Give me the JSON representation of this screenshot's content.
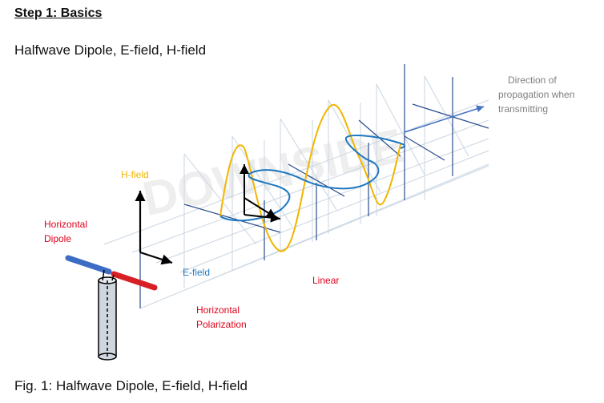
{
  "heading": "Step 1: Basics",
  "subtitle": "Halfwave Dipole, E-field, H-field",
  "caption": "Fig. 1: Halfwave Dipole, E-field, H-field",
  "labels": {
    "h_field": "H-field",
    "e_field": "E-field",
    "dipole_line1": "Horizontal",
    "dipole_line2": "Dipole",
    "linear": "Linear",
    "polarization_line1": "Horizontal",
    "polarization_line2": "Polarization",
    "direction_line1": "Direction of",
    "direction_line2": "propagation when",
    "direction_line3": "transmitting",
    "watermark": "DOWNSIDE"
  },
  "colors": {
    "h_field": "#f2b600",
    "e_field": "#1f78c1",
    "dipole_label": "#e0001b",
    "grid": "#c9d5e2",
    "grid_bold": "#2a4d8f",
    "dipole_left": "#3d6cc4",
    "dipole_right": "#d81f26",
    "arrow": "#4472c4"
  }
}
